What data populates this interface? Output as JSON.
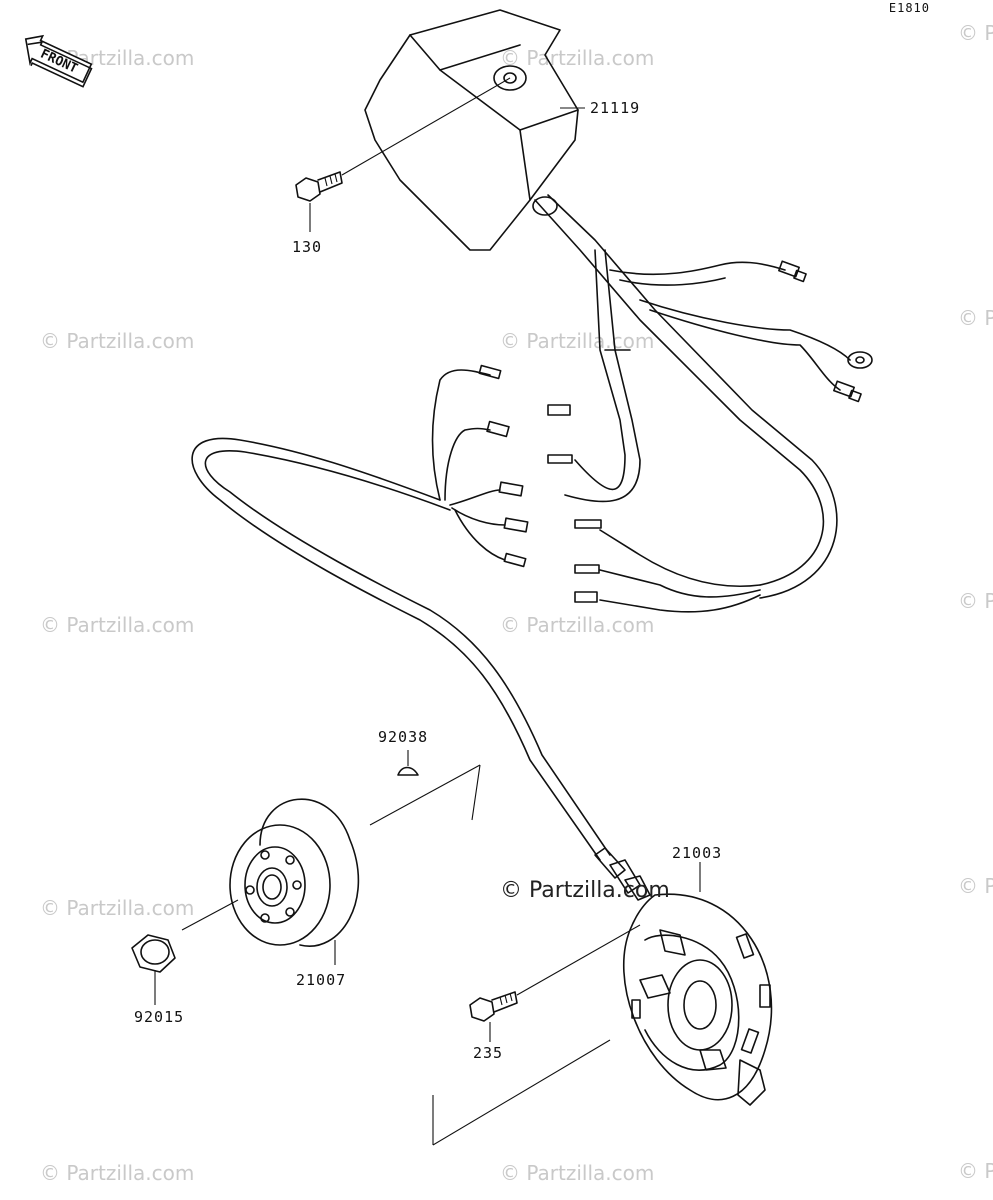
{
  "diagram_code": "E1810",
  "front_badge": "FRONT",
  "watermark": "© Partzilla.com",
  "center_watermark": "© Partzilla.com",
  "parts": {
    "cdi_unit": "21119",
    "bolt_top": "130",
    "woodruff_key": "92038",
    "flywheel": "21007",
    "flywheel_nut": "92015",
    "stator": "21003",
    "stator_bolt": "235"
  }
}
